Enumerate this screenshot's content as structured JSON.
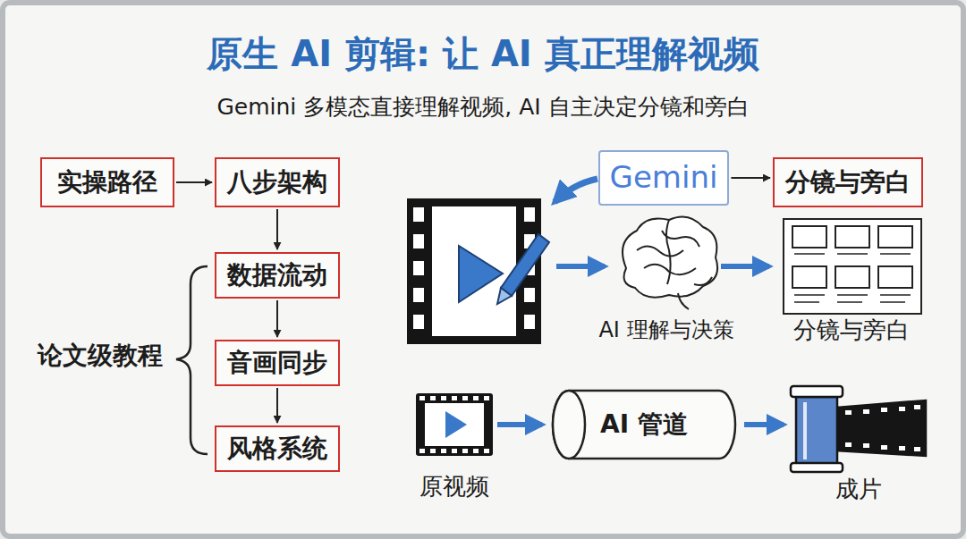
{
  "diagram": {
    "title": "原生 AI 剪辑: 让 AI 真正理解视频",
    "caption": "Gemini 多模态直接理解视频, AI 自主决定分镜和旁白",
    "nodes": [
      {
        "text": [
          "实操路径"
        ]
      },
      {
        "text": [
          "八步架构"
        ]
      },
      {
        "text": [
          "Gemini"
        ]
      },
      {
        "text": [
          "分镜与旁白"
        ]
      },
      {
        "text": [
          "数据流动"
        ]
      },
      {
        "text": [
          "音画同步"
        ]
      },
      {
        "text": [
          "AI 管道"
        ]
      },
      {
        "text": [
          "风格系统"
        ]
      }
    ],
    "edges": [
      {
        "from": 0,
        "to": 1,
        "arrow": "to"
      },
      {
        "from": 1,
        "to": 4,
        "arrow": "to"
      },
      {
        "from": 4,
        "to": 5,
        "arrow": "to"
      },
      {
        "from": 5,
        "to": 7,
        "arrow": "to"
      },
      {
        "from": 2,
        "to": 3,
        "arrow": "to"
      }
    ],
    "labels": [
      "论文级教程",
      "AI 理解与决策",
      "分镜与旁白",
      "原视频",
      "成片"
    ]
  }
}
